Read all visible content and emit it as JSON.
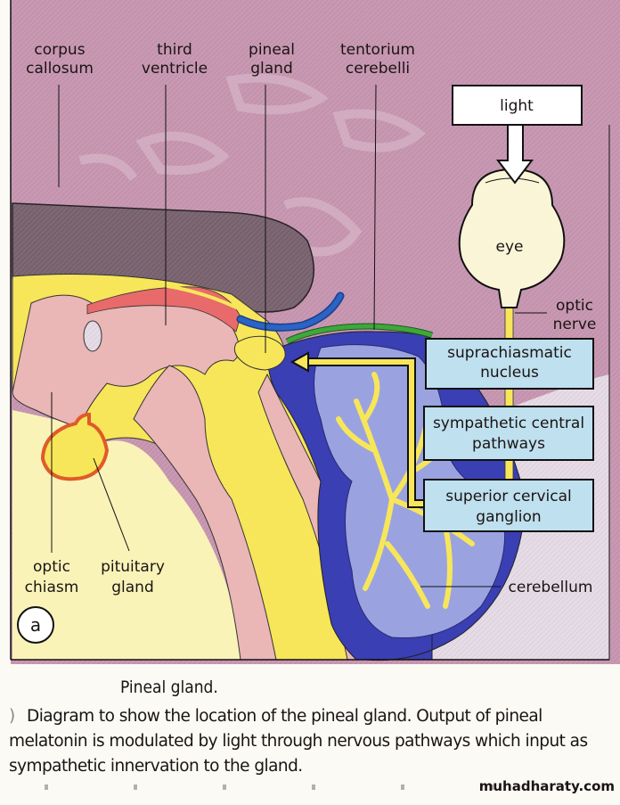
{
  "figure": {
    "panel_label": "a",
    "labels": {
      "corpus_callosum": [
        "corpus",
        "callosum"
      ],
      "third_ventricle": [
        "third",
        "ventricle"
      ],
      "pineal_gland": [
        "pineal",
        "gland"
      ],
      "tentorium_cerebelli": [
        "tentorium",
        "cerebelli"
      ],
      "optic_nerve": [
        "optic",
        "nerve"
      ],
      "optic_chiasm": [
        "optic",
        "chiasm"
      ],
      "pituitary_gland": [
        "pituitary",
        "gland"
      ],
      "cerebellum": "cerebellum",
      "eye": "eye"
    },
    "light_box": "light",
    "pathway_boxes": [
      [
        "suprachiasmatic",
        "nucleus"
      ],
      [
        "sympathetic central",
        "pathways"
      ],
      [
        "superior cervical",
        "ganglion"
      ]
    ],
    "colors": {
      "brain_background": "#c79ab4",
      "corpus_callosum_dark": "#7b6670",
      "yellow_tissue": "#f7e65a",
      "pink_tissue": "#eab6b6",
      "light_yellow": "#faf3b8",
      "cerebellum_dark_blue": "#3a3fb3",
      "cerebellum_light_blue": "#9aa3e0",
      "tentorium_green": "#3ea83a",
      "vein_blue": "#2a64c4",
      "pathway_box_fill": "#bfe0ee",
      "pituitary_outline": "#e05a2a",
      "red_fornix": "#e86a6a"
    }
  },
  "caption": {
    "title": "Pineal gland.",
    "body": "Diagram to show the location of the pineal gland. Output of pineal melatonin is modulated by light through nervous pathways which input as sympathetic innervation to the gland."
  },
  "watermark": "muhadharaty.com"
}
